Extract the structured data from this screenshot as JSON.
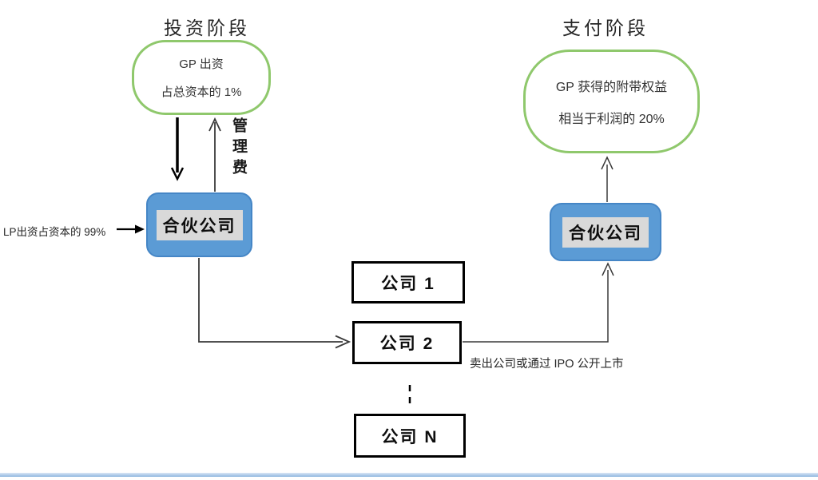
{
  "diagram": {
    "phases": {
      "invest_title": "投资阶段",
      "pay_title": "支付阶段"
    },
    "gp_oval": {
      "line1": "GP 出资",
      "line2": "占总资本的 1%"
    },
    "carry_oval": {
      "line1": "GP 获得的附带权益",
      "line2": "相当于利润的 20%"
    },
    "management_fee_label": "管理费",
    "lp_label": "LP出资占资本的 99%",
    "partnership_left_label": "合伙公司",
    "partnership_right_label": "合伙公司",
    "companies": [
      {
        "label": "公司 1"
      },
      {
        "label": "公司 2"
      },
      {
        "label": "公司 N"
      }
    ],
    "sell_label": "卖出公司或通过 IPO 公开上市",
    "colors": {
      "node_blue": "#5b9bd5",
      "node_blue_border": "#4586c6",
      "oval_green_border": "#8fc86c",
      "text_highlight_gray": "#d9d9d9",
      "bottom_rule_blue": "#9cc3e6",
      "line_dark": "#3a3a3a"
    }
  }
}
